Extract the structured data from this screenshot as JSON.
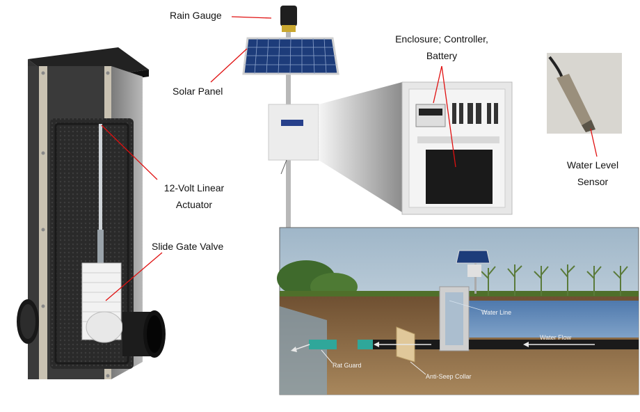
{
  "labels": {
    "rain_gauge": "Rain Gauge",
    "solar_panel": "Solar Panel",
    "enclosure_line1": "Enclosure; Controller,",
    "enclosure_line2": "Battery",
    "water_level_line1": "Water Level",
    "water_level_line2": "Sensor",
    "actuator_line1": "12-Volt Linear",
    "actuator_line2": "Actuator",
    "slide_gate": "Slide Gate Valve"
  },
  "scene": {
    "water_line": "Water Line",
    "water_flow": "Water Flow",
    "rat_guard": "Rat Guard",
    "anti_seep": "Anti-Seep Collar"
  },
  "colors": {
    "leader": "#e01010",
    "sky": "#b9ccd8",
    "soil": "#8a6a44",
    "water": "#5b86b8",
    "pipe": "#1a1a1a"
  }
}
